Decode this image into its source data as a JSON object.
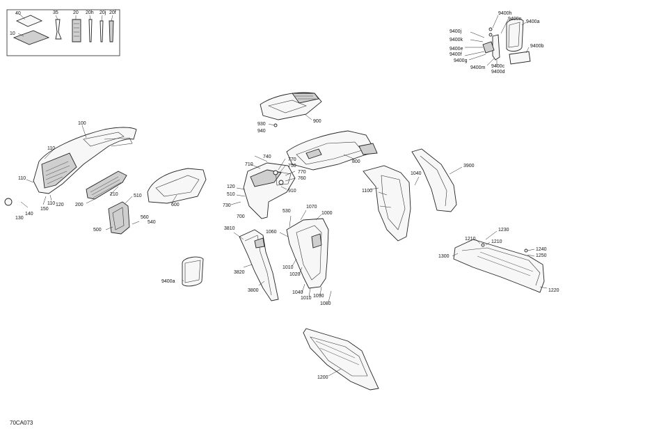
{
  "diagram": {
    "code": "70CA073",
    "labels": {
      "l40": "40",
      "l10": "10",
      "l35": "35",
      "l20": "20",
      "l20h": "20h",
      "l20j": "20j",
      "l20f": "20f",
      "l9400h": "9400h",
      "l9400n": "9400n",
      "l9400a_top": "9400a",
      "l9400j": "9400j",
      "l9400k": "9400k",
      "l9400e": "9400e",
      "l9400f": "9400f",
      "l9400g": "9400g",
      "l9400b": "9400b",
      "l9400m": "9400m",
      "l9400c": "9400c",
      "l9400d": "9400d",
      "l900": "900",
      "l930": "930",
      "l940": "940",
      "l100": "100",
      "l110a": "110",
      "l110b": "110",
      "l110c": "110",
      "l120a": "120",
      "l140": "140",
      "l150": "150",
      "l130": "130",
      "l200": "200",
      "l210": "210",
      "l510a": "510",
      "l500": "500",
      "l560": "560",
      "l540": "540",
      "l600": "600",
      "l740": "740",
      "l710": "710",
      "l750": "750",
      "l770a": "770",
      "l770b": "770",
      "l760": "760",
      "l120b": "120",
      "l510b": "510",
      "l910": "910",
      "l730": "730",
      "l700": "700",
      "l800": "800",
      "l1040a": "1040",
      "l1100": "1100",
      "l3900": "3900",
      "l530": "530",
      "l1070": "1070",
      "l1000": "1000",
      "l1060": "1060",
      "l1010a": "1010",
      "l1020": "1020",
      "l1040b": "1040",
      "l1010b": "1010",
      "l1090": "1090",
      "l1080": "1080",
      "l3810": "3810",
      "l3820": "3820",
      "l3800": "3800",
      "l9400a_mid": "9400a",
      "l1230": "1230",
      "l1210a": "1210",
      "l1210b": "1210",
      "l1240": "1240",
      "l1250": "1250",
      "l1300": "1300",
      "l1220": "1220",
      "l1200": "1200"
    }
  }
}
